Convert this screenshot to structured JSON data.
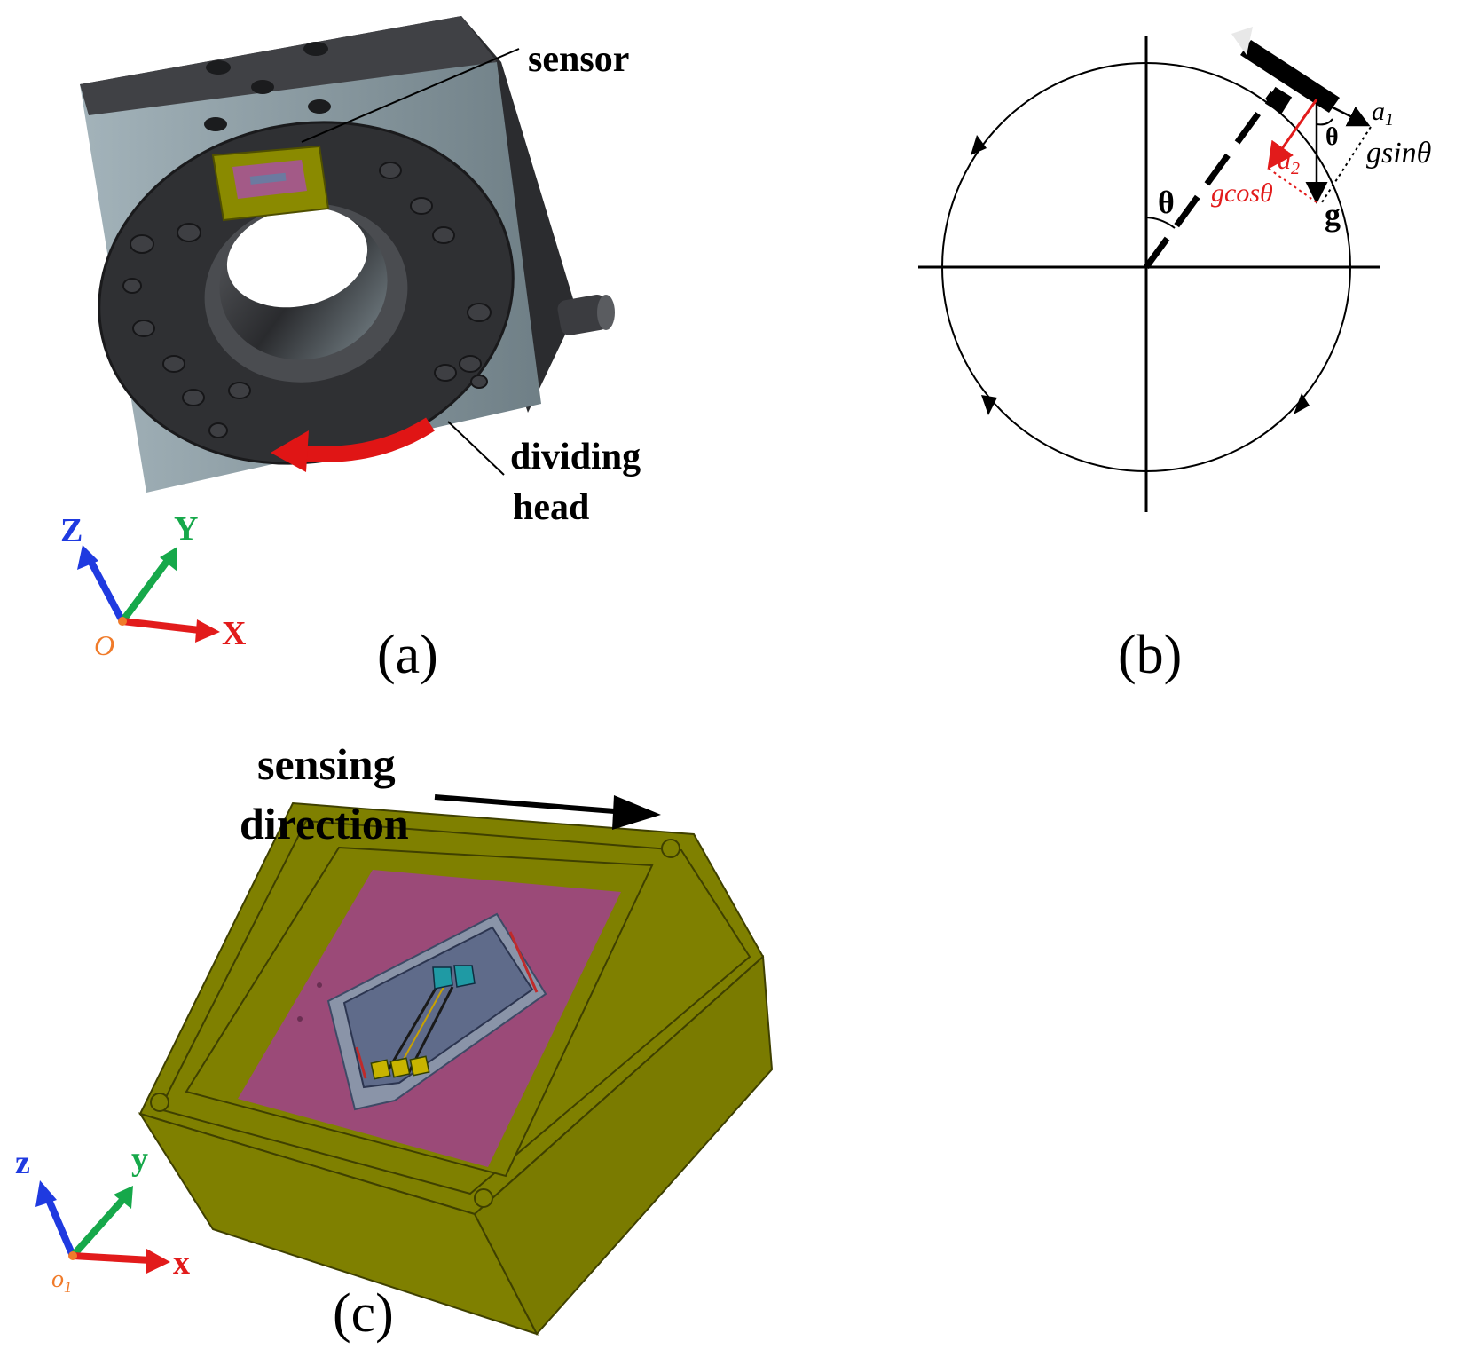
{
  "panel_a": {
    "caption": "(a)",
    "labels": {
      "sensor": "sensor",
      "dividing": "dividing",
      "head": "head"
    },
    "axes": {
      "z": "Z",
      "y": "Y",
      "x": "X",
      "origin": "O"
    }
  },
  "panel_b": {
    "caption": "(b)",
    "labels": {
      "theta_center": "θ",
      "theta_sensor": "θ",
      "a1": "a",
      "a1_sub": "1",
      "a2": "a",
      "a2_sub": "2",
      "gsin": "gsinθ",
      "gcos": "gcosθ",
      "g": "g"
    }
  },
  "panel_c": {
    "caption": "(c)",
    "labels": {
      "sensing": "sensing",
      "direction": "direction"
    },
    "axes": {
      "z": "z",
      "y": "y",
      "x": "x",
      "origin": "o",
      "origin_sub": "1"
    }
  },
  "colors": {
    "axis_z": "#1f3ae0",
    "axis_y": "#16a84a",
    "axis_x": "#e21b1b",
    "origin": "#f07b2a",
    "rotation_arrow": "#e01515",
    "housing_olive": "#7f8000",
    "pcb_magenta": "#9b4a78",
    "sensor_chip": "#5f6b8a",
    "fixture_dark": "#2e2f32",
    "fixture_side": "#8a9aa2"
  }
}
